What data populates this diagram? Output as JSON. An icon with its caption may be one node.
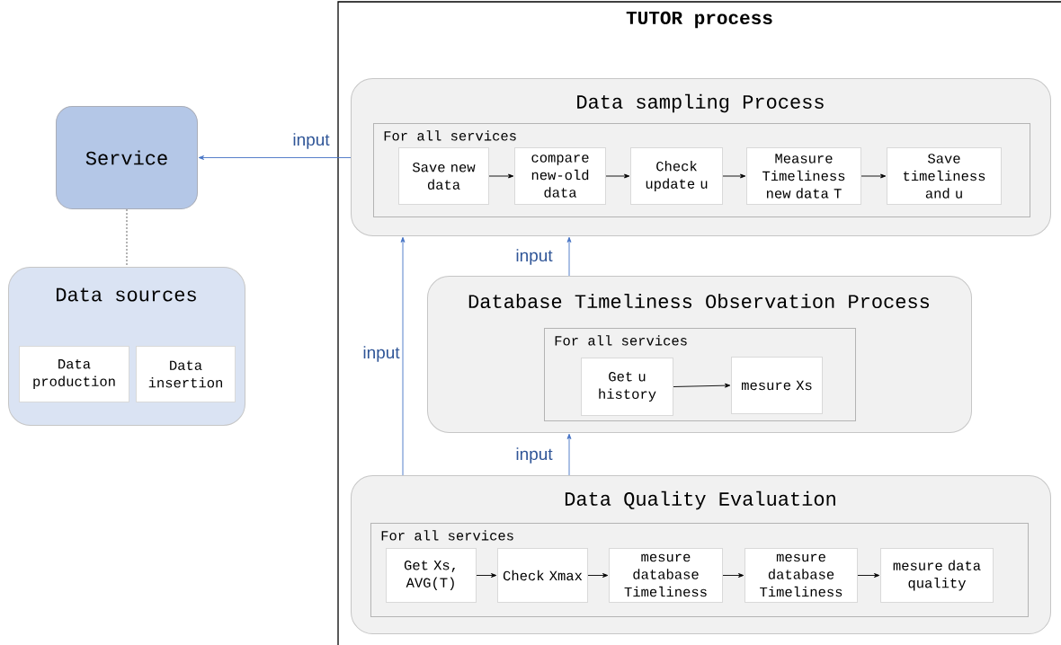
{
  "diagram": {
    "nodes": [
      {
        "text": [
          "TUTOR process"
        ]
      },
      {
        "text": [
          "Data sampling Process"
        ],
        "in": 0
      },
      {
        "text": [
          "For all services"
        ],
        "in": 1
      },
      {
        "text": [
          "Save new data"
        ],
        "in": 2
      },
      {
        "text": [
          "compare new-old data"
        ],
        "in": 2
      },
      {
        "text": [
          "Check update u"
        ],
        "in": 2
      },
      {
        "text": [
          "Measure Timeliness new data T"
        ],
        "in": 2
      },
      {
        "text": [
          "Save timeliness and u"
        ],
        "in": 2
      },
      {
        "text": [
          "Database Timeliness Observation Process"
        ],
        "in": 0
      },
      {
        "text": [
          "For all services"
        ],
        "in": 8
      },
      {
        "text": [
          "Get u history"
        ],
        "in": 9
      },
      {
        "text": [
          "mesure Xs"
        ],
        "in": 9
      },
      {
        "text": [
          "Data Quality Evaluation"
        ],
        "in": 0
      },
      {
        "text": [
          "For all services"
        ],
        "in": 12
      },
      {
        "text": [
          "Get Xs, AVG(T)"
        ],
        "in": 13
      },
      {
        "text": [
          "Check Xmax"
        ],
        "in": 13
      },
      {
        "text": [
          "mesure database Timeliness"
        ],
        "in": 13
      },
      {
        "text": [
          "mesure database Timeliness"
        ],
        "in": 13
      },
      {
        "text": [
          "mesure data quality"
        ],
        "in": 13
      },
      {
        "text": [
          "Service"
        ]
      },
      {
        "text": [
          "Data sources"
        ]
      },
      {
        "text": [
          "Data production"
        ],
        "in": 20
      },
      {
        "text": [
          "Data insertion"
        ],
        "in": 20
      }
    ],
    "edges": [
      {
        "from": 1,
        "to": 19,
        "arrow": "to",
        "label": "input",
        "color": "#4472c4"
      },
      {
        "from": 8,
        "to": 1,
        "arrow": "to",
        "label": "input",
        "color": "#4472c4"
      },
      {
        "from": 12,
        "to": 8,
        "arrow": "to",
        "label": "input",
        "color": "#4472c4"
      },
      {
        "from": 12,
        "to": 1,
        "arrow": "to",
        "label": "input",
        "color": "#4472c4"
      },
      {
        "from": 19,
        "to": 20,
        "arrow": "none",
        "style": "dashed"
      },
      {
        "from": 3,
        "to": 4,
        "arrow": "to"
      },
      {
        "from": 4,
        "to": 5,
        "arrow": "to"
      },
      {
        "from": 5,
        "to": 6,
        "arrow": "to"
      },
      {
        "from": 6,
        "to": 7,
        "arrow": "to"
      },
      {
        "from": 10,
        "to": 11,
        "arrow": "to"
      },
      {
        "from": 14,
        "to": 15,
        "arrow": "to"
      },
      {
        "from": 15,
        "to": 16,
        "arrow": "to"
      },
      {
        "from": 16,
        "to": 17,
        "arrow": "to"
      },
      {
        "from": 17,
        "to": 18,
        "arrow": "to"
      }
    ]
  }
}
